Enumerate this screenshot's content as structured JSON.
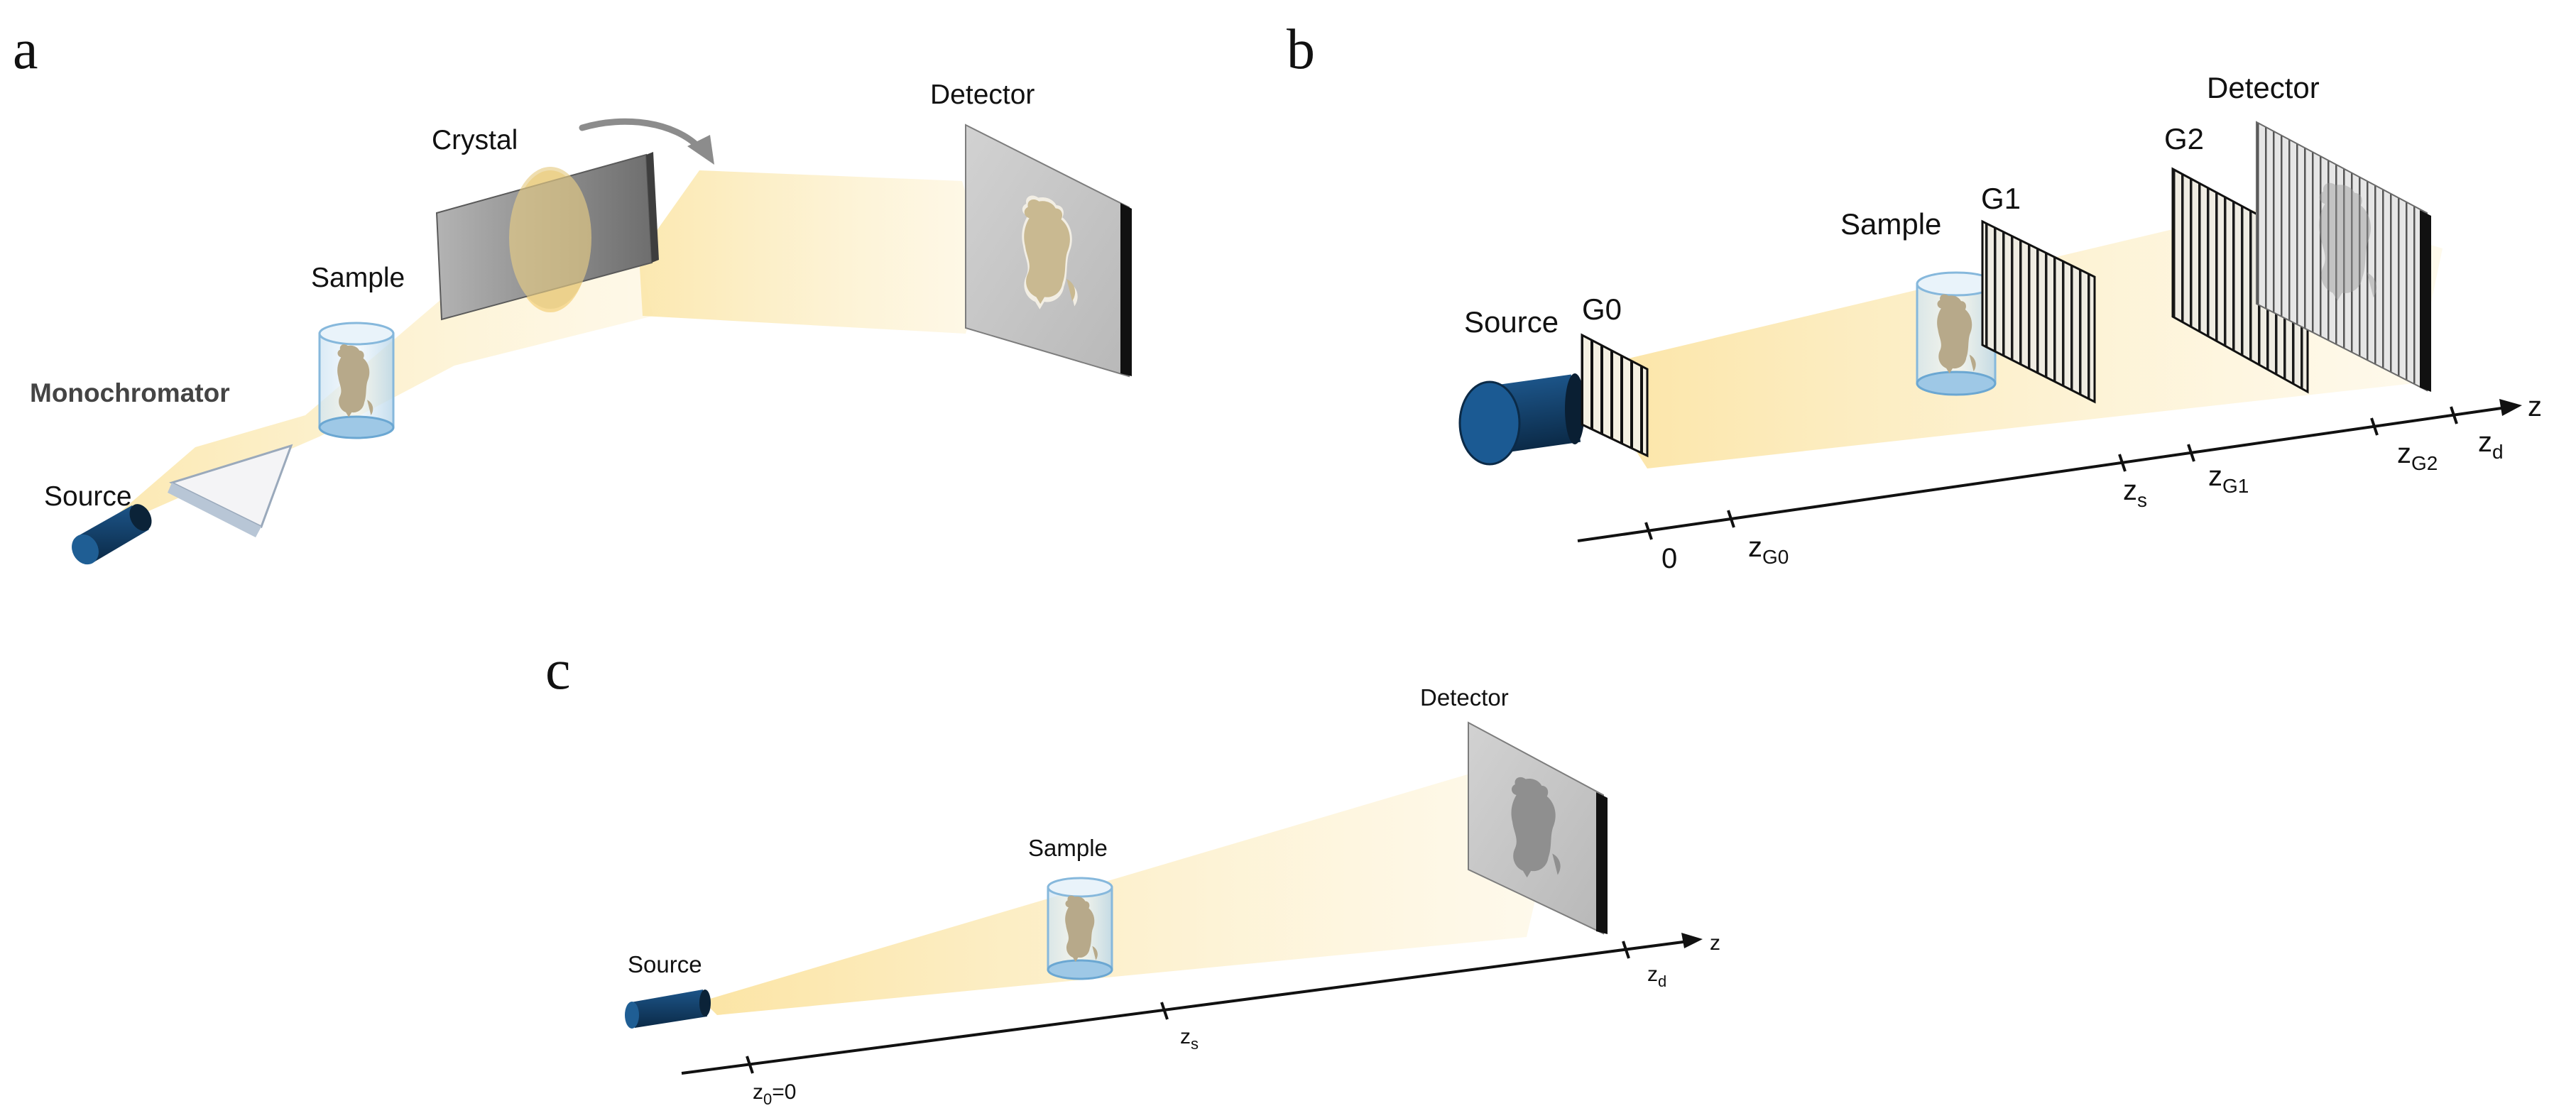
{
  "panels": [
    {
      "letter": "a",
      "labels": {
        "monochromator": "Monochromator",
        "source": "Source",
        "sample": "Sample",
        "crystal": "Crystal",
        "detector": "Detector"
      }
    },
    {
      "letter": "b",
      "labels": {
        "source": "Source",
        "g0": "G0",
        "sample": "Sample",
        "g1": "G1",
        "g2": "G2",
        "detector": "Detector"
      },
      "axis": {
        "name": "z",
        "ticks": [
          {
            "main": "0",
            "sub": ""
          },
          {
            "main": "z",
            "sub": "G0"
          },
          {
            "main": "z",
            "sub": "s"
          },
          {
            "main": "z",
            "sub": "G1"
          },
          {
            "main": "z",
            "sub": "G2"
          },
          {
            "main": "z",
            "sub": "d"
          }
        ]
      }
    },
    {
      "letter": "c",
      "labels": {
        "source": "Source",
        "sample": "Sample",
        "detector": "Detector"
      },
      "axis": {
        "name": "z",
        "ticks": [
          {
            "main": "z",
            "sub": "0",
            "suffix": "=0"
          },
          {
            "main": "z",
            "sub": "s",
            "suffix": ""
          },
          {
            "main": "z",
            "sub": "d",
            "suffix": ""
          }
        ]
      }
    }
  ],
  "colors": {
    "beam": "#f6dc8c",
    "source_blue": "#16456f",
    "cylinder_glass": "#a9cde6",
    "detector_face": "#c9c9c9",
    "crystal_face": "#8a8a8a",
    "silhouette": "#c9b991",
    "arrow_gray": "#8c8c8c"
  },
  "icons": [
    "source-cylinder-icon",
    "prism-icon",
    "sample-cylinder-icon",
    "mouse-silhouette-icon",
    "crystal-plate-icon",
    "curved-arrow-icon",
    "detector-screen-icon",
    "grating-icon",
    "axis-arrow-icon"
  ]
}
